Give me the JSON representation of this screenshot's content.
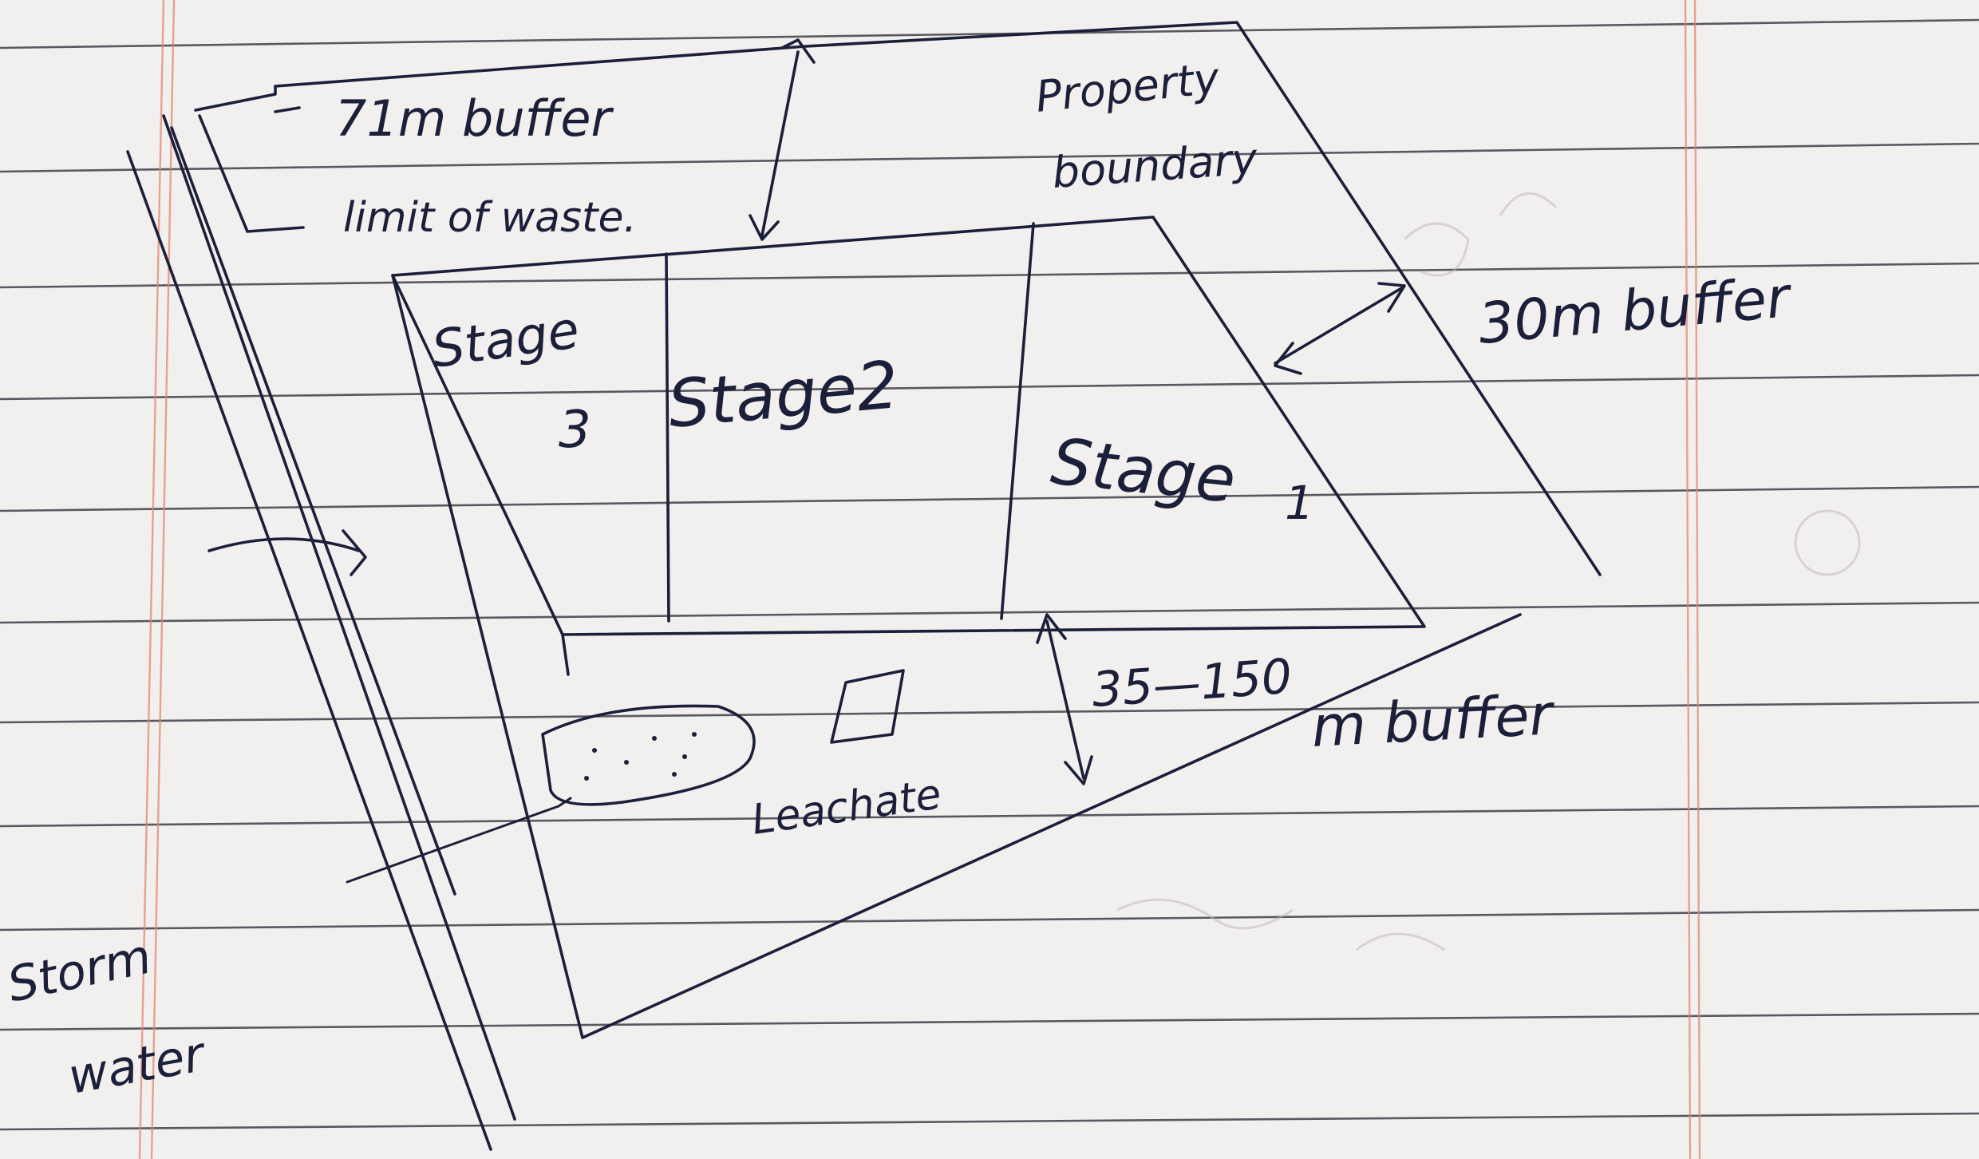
{
  "labels": {
    "buffer_71m": "71m buffer",
    "limit_of_waste": "limit of waste.",
    "property_boundary_1": "Property",
    "property_boundary_2": "boundary",
    "buffer_30m": "30m buffer",
    "stage3_a": "Stage",
    "stage3_b": "3",
    "stage2": "Stage2",
    "stage1_a": "Stage",
    "stage1_b": "1",
    "buffer_range": "35—150",
    "m_buffer": "m buffer",
    "leachate": "Leachate",
    "storm_water_1": "Storm",
    "storm_water_2": "water"
  },
  "colors": {
    "ink": "#1c1f3a",
    "paper": "#f2f0ee",
    "rule": "#3e3f48",
    "margin": "#e4866e"
  }
}
